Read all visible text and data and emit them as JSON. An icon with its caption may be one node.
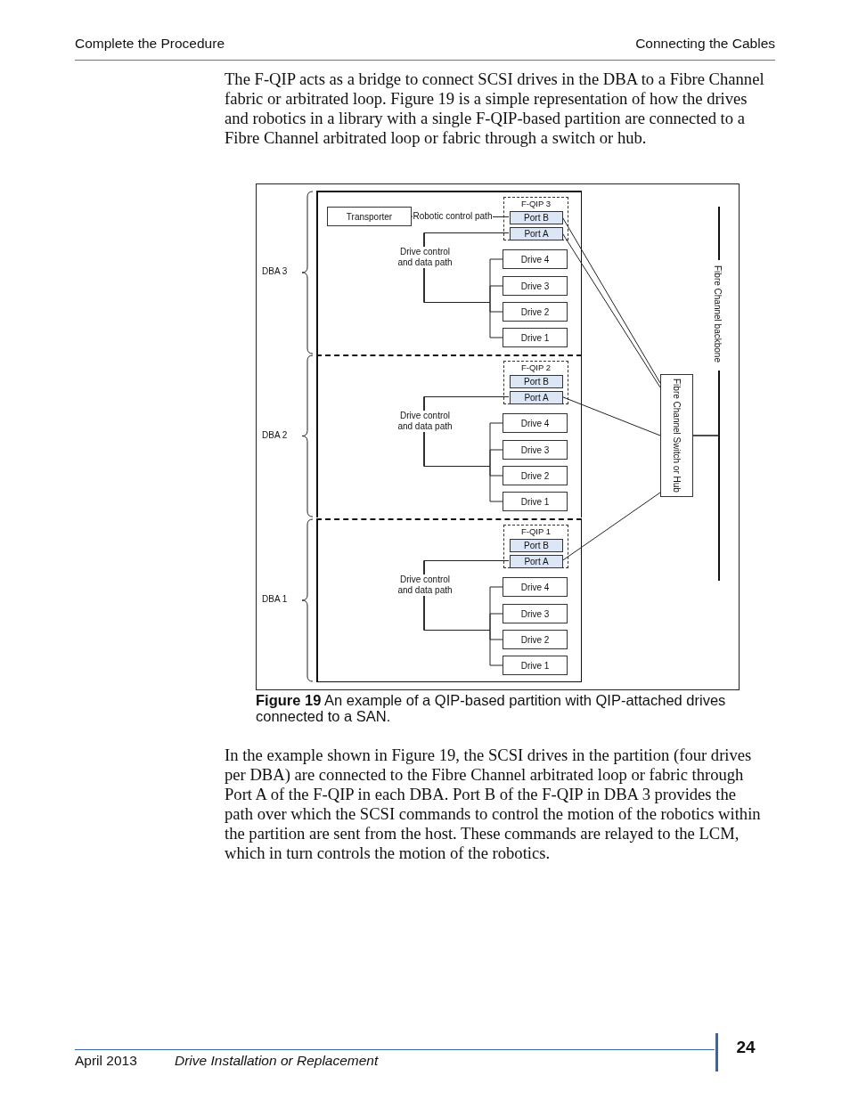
{
  "diagram": {
    "caption": "**Figure 19** An example of a QIP-based partition with QIP-attached drives connected to a SAN.",
    "nodes": [
      {
        "text": [
          "DBA 3"
        ]
      },
      {
        "text": [
          "Transporter"
        ],
        "in": 0
      },
      {
        "text": [
          "F-QIP 3"
        ],
        "in": 0
      },
      {
        "text": [
          "Port B"
        ],
        "in": 2
      },
      {
        "text": [
          "Port A"
        ],
        "in": 2
      },
      {
        "text": [
          "Drive 4"
        ],
        "in": 0
      },
      {
        "text": [
          "Drive 3"
        ],
        "in": 0
      },
      {
        "text": [
          "Drive 2"
        ],
        "in": 0
      },
      {
        "text": [
          "Drive 1"
        ],
        "in": 0
      },
      {
        "text": [
          "DBA 2"
        ]
      },
      {
        "text": [
          "F-QIP 2"
        ],
        "in": 9
      },
      {
        "text": [
          "Port B"
        ],
        "in": 10
      },
      {
        "text": [
          "Port A"
        ],
        "in": 10
      },
      {
        "text": [
          "Drive 4"
        ],
        "in": 9
      },
      {
        "text": [
          "Drive 3"
        ],
        "in": 9
      },
      {
        "text": [
          "Drive 2"
        ],
        "in": 9
      },
      {
        "text": [
          "Drive 1"
        ],
        "in": 9
      },
      {
        "text": [
          "DBA 1"
        ]
      },
      {
        "text": [
          "F-QIP 1"
        ],
        "in": 17
      },
      {
        "text": [
          "Port B"
        ],
        "in": 18
      },
      {
        "text": [
          "Port A"
        ],
        "in": 18
      },
      {
        "text": [
          "Drive 4"
        ],
        "in": 17
      },
      {
        "text": [
          "Drive 3"
        ],
        "in": 17
      },
      {
        "text": [
          "Drive 2"
        ],
        "in": 17
      },
      {
        "text": [
          "Drive 1"
        ],
        "in": 17
      },
      {
        "text": [
          "Fibre Channel backbone"
        ]
      },
      {
        "text": [
          "Fibre Channel Switch or Hub"
        ]
      }
    ],
    "edges": [
      {
        "from": 1,
        "to": 3,
        "arrow": "none",
        "label": "Robotic control path"
      },
      {
        "from": 4,
        "to": 5,
        "arrow": "none",
        "label": "Drive control and data path"
      },
      {
        "from": 4,
        "to": 6,
        "arrow": "none"
      },
      {
        "from": 4,
        "to": 7,
        "arrow": "none"
      },
      {
        "from": 4,
        "to": 8,
        "arrow": "none"
      },
      {
        "from": 12,
        "to": 13,
        "arrow": "none",
        "label": "Drive control and data path"
      },
      {
        "from": 12,
        "to": 14,
        "arrow": "none"
      },
      {
        "from": 12,
        "to": 15,
        "arrow": "none"
      },
      {
        "from": 12,
        "to": 16,
        "arrow": "none"
      },
      {
        "from": 20,
        "to": 21,
        "arrow": "none",
        "label": "Drive control and data path"
      },
      {
        "from": 20,
        "to": 22,
        "arrow": "none"
      },
      {
        "from": 20,
        "to": 23,
        "arrow": "none"
      },
      {
        "from": 20,
        "to": 24,
        "arrow": "none"
      },
      {
        "from": 3,
        "to": 26,
        "arrow": "none"
      },
      {
        "from": 4,
        "to": 26,
        "arrow": "none"
      },
      {
        "from": 12,
        "to": 26,
        "arrow": "none"
      },
      {
        "from": 20,
        "to": 26,
        "arrow": "none"
      },
      {
        "from": 26,
        "to": 25,
        "arrow": "none"
      }
    ],
    "labels": [
      "Complete the Procedure",
      "Connecting the Cables",
      "The F-QIP acts as a bridge to connect SCSI drives in the DBA to a Fibre Channel fabric or arbitrated loop. Figure 19 is a simple representation of how the drives and robotics in a library with a single F-QIP-based partition are connected to a Fibre Channel arbitrated loop or fabric through a switch or hub.",
      "In the example shown in Figure 19, the SCSI drives in the partition (four drives per DBA) are connected to the Fibre Channel arbitrated loop or fabric through Port A of the F-QIP in each DBA. Port B of the F-QIP in DBA 3 provides the path over which the SCSI commands to control the motion of the robotics within the partition are sent from the host. These commands are relayed to the LCM, which in turn controls the motion of the robotics.",
      "April 2013",
      "Drive Installation or Replacement",
      "24"
    ]
  }
}
